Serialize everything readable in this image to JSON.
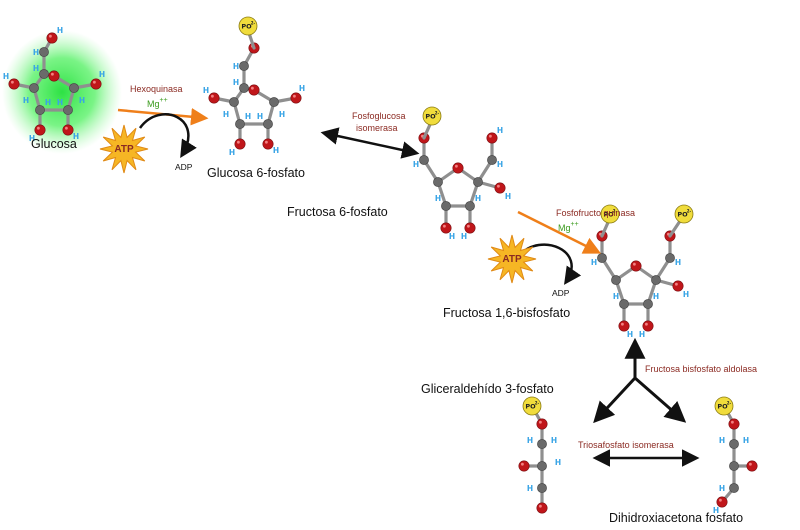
{
  "colors": {
    "bond": "#8f8f8f",
    "carbon": "#6a6a6a",
    "oxygen": "#c0161a",
    "hydrogen": "#3aa5e6",
    "phosphate": "#f0dc3c",
    "enzyme_text": "#8b2a22",
    "cofactor_text": "#3a9a1c",
    "reaction_arrow": "#ef7f1a",
    "atp_star": "#f6b624",
    "glow": "#22e03a"
  },
  "labels": {
    "glucosa": "Glucosa",
    "glucosa6p": "Glucosa 6-fosfato",
    "fructosa6p": "Fructosa 6-fosfato",
    "fructosa16bp": "Fructosa 1,6-bisfosfato",
    "gliceraldehido": "Gliceraldehído 3-fosfato",
    "dihidroxiacetona": "Dihidroxiacetona fosfato"
  },
  "enzymes": {
    "hexoquinasa": "Hexoquinasa",
    "fosfoglucosa_1": "Fosfoglucosa",
    "fosfoglucosa_2": "isomerasa",
    "fosfofructo": "Fosfofructo quinasa",
    "aldolasa": "Fructosa bisfosfato aldolasa",
    "triosafosfato": "Triosafosfato isomerasa"
  },
  "cofactors": {
    "mg_1": "Mg",
    "mg_1_charge": "++",
    "mg_2": "Mg",
    "mg_2_charge": "++"
  },
  "energy": {
    "atp_1": "ATP",
    "adp_1": "ADP",
    "atp_2": "ATP",
    "adp_2": "ADP"
  },
  "atoms": {
    "hydrogen": "H",
    "phosphate": "PO",
    "phosphate_charge": "2-"
  },
  "icons": {
    "atp": "starburst-icon",
    "transfer": "curved-arrow-icon",
    "equilibrium": "double-headed-arrow-icon"
  }
}
